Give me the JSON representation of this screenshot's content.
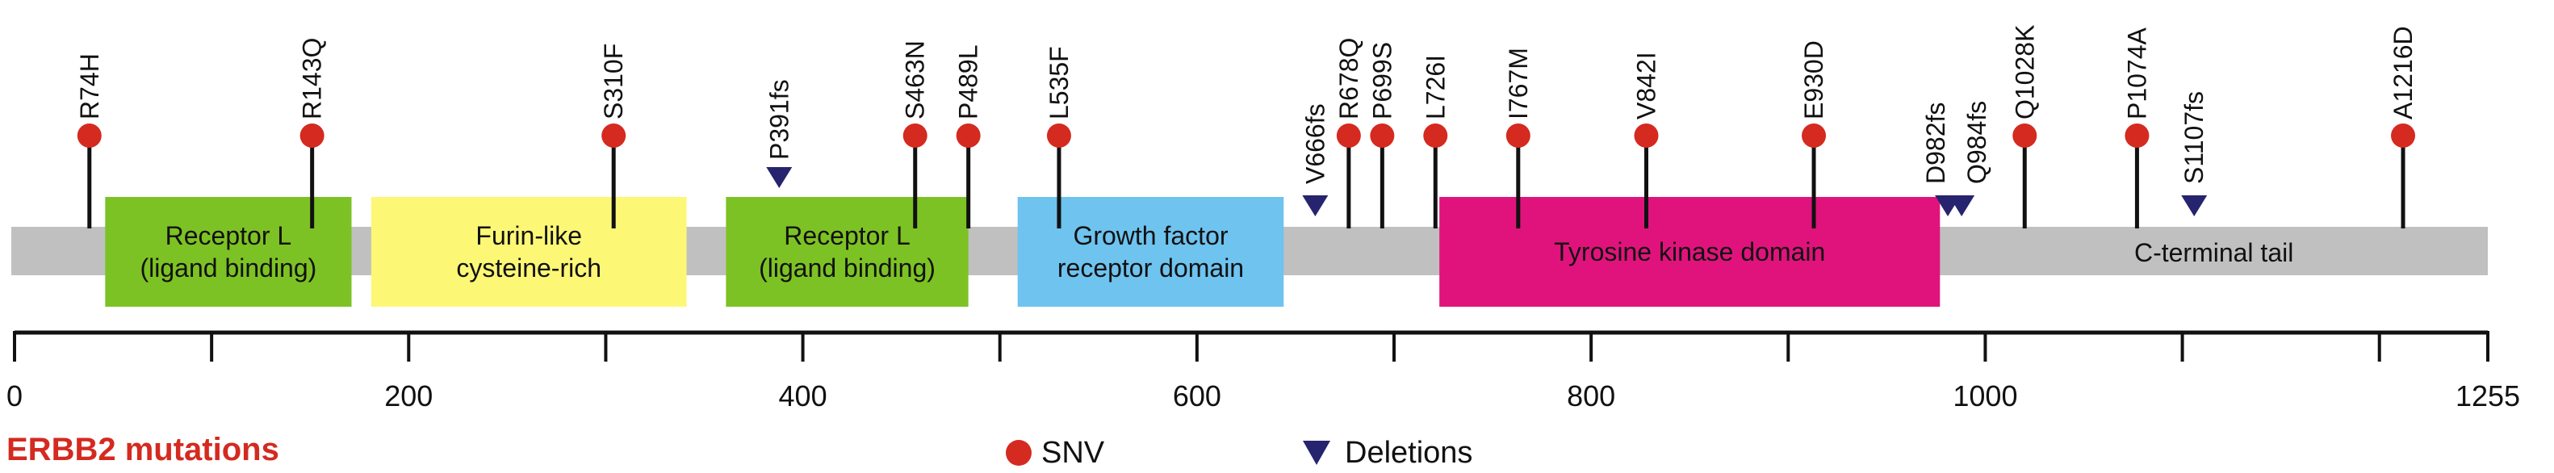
{
  "figure": {
    "title": "ERBB2 mutations",
    "title_color": "#d42a20",
    "protein_length": 1255,
    "axis": {
      "min": 0,
      "max": 1255,
      "tick_labels": [
        {
          "value": 0,
          "label": "0"
        },
        {
          "value": 200,
          "label": "200"
        },
        {
          "value": 400,
          "label": "400"
        },
        {
          "value": 600,
          "label": "600"
        },
        {
          "value": 800,
          "label": "800"
        },
        {
          "value": 1000,
          "label": "1000"
        },
        {
          "value": 1255,
          "label": "1255"
        }
      ],
      "minor_ticks": [
        100,
        300,
        500,
        700,
        900,
        1100,
        1200
      ]
    },
    "backbone_color": "#c0c0c0",
    "domains": [
      {
        "name": "Receptor L (ligand binding)",
        "lines": [
          "Receptor L",
          "(ligand binding)"
        ],
        "start": 46,
        "end": 171,
        "color": "#7dc224"
      },
      {
        "name": "Furin-like cysteine-rich",
        "lines": [
          "Furin-like",
          "cysteine-rich"
        ],
        "start": 181,
        "end": 341,
        "color": "#fdf776"
      },
      {
        "name": "Receptor L (ligand binding)",
        "lines": [
          "Receptor L",
          "(ligand binding)"
        ],
        "start": 361,
        "end": 484,
        "color": "#7dc224"
      },
      {
        "name": "Growth factor receptor domain",
        "lines": [
          "Growth factor",
          "receptor domain"
        ],
        "start": 509,
        "end": 644,
        "color": "#6ec3ef"
      },
      {
        "name": "Tyrosine kinase domain",
        "lines": [
          "Tyrosine kinase domain"
        ],
        "start": 723,
        "end": 977,
        "color": "#e0137c"
      },
      {
        "name": "C-terminal tail",
        "lines": [
          "C-terminal tail"
        ],
        "start": 977,
        "end": 1255,
        "color": "none",
        "text_only": true
      }
    ],
    "mutations": [
      {
        "label": "R74H",
        "pos": 38,
        "type": "snv",
        "level": 0
      },
      {
        "label": "R143Q",
        "pos": 151,
        "type": "snv",
        "level": 0
      },
      {
        "label": "S310F",
        "pos": 304,
        "type": "snv",
        "level": 0
      },
      {
        "label": "P391fs",
        "pos": 388,
        "type": "del",
        "level": 1
      },
      {
        "label": "S463N",
        "pos": 457,
        "type": "snv",
        "level": 0
      },
      {
        "label": "P489L",
        "pos": 484,
        "type": "snv",
        "level": 0
      },
      {
        "label": "L535F",
        "pos": 530,
        "type": "snv",
        "level": 0
      },
      {
        "label": "V666fs",
        "pos": 660,
        "type": "del",
        "level": 2
      },
      {
        "label": "R678Q",
        "pos": 677,
        "type": "snv",
        "level": 1
      },
      {
        "label": "P699S",
        "pos": 694,
        "type": "snv",
        "level": 1
      },
      {
        "label": "L726I",
        "pos": 721,
        "type": "snv",
        "level": 1
      },
      {
        "label": "I767M",
        "pos": 763,
        "type": "snv",
        "level": 1
      },
      {
        "label": "V842I",
        "pos": 828,
        "type": "snv",
        "level": 1
      },
      {
        "label": "E930D",
        "pos": 913,
        "type": "snv",
        "level": 1
      },
      {
        "label": "D982fs",
        "pos": 981,
        "type": "del",
        "level": 3
      },
      {
        "label": "Q984fs",
        "pos": 988,
        "type": "del",
        "level": 4
      },
      {
        "label": "Q1028K",
        "pos": 1020,
        "type": "snv",
        "level": 1
      },
      {
        "label": "P1074A",
        "pos": 1077,
        "type": "snv",
        "level": 1
      },
      {
        "label": "S1107fs",
        "pos": 1106,
        "type": "del",
        "level": 2
      },
      {
        "label": "A1216D",
        "pos": 1212,
        "type": "snv",
        "level": 1
      }
    ],
    "legend": {
      "snv": {
        "label": "SNV",
        "color": "#d42a20"
      },
      "del": {
        "label": "Deletions",
        "color": "#26246e"
      }
    }
  }
}
